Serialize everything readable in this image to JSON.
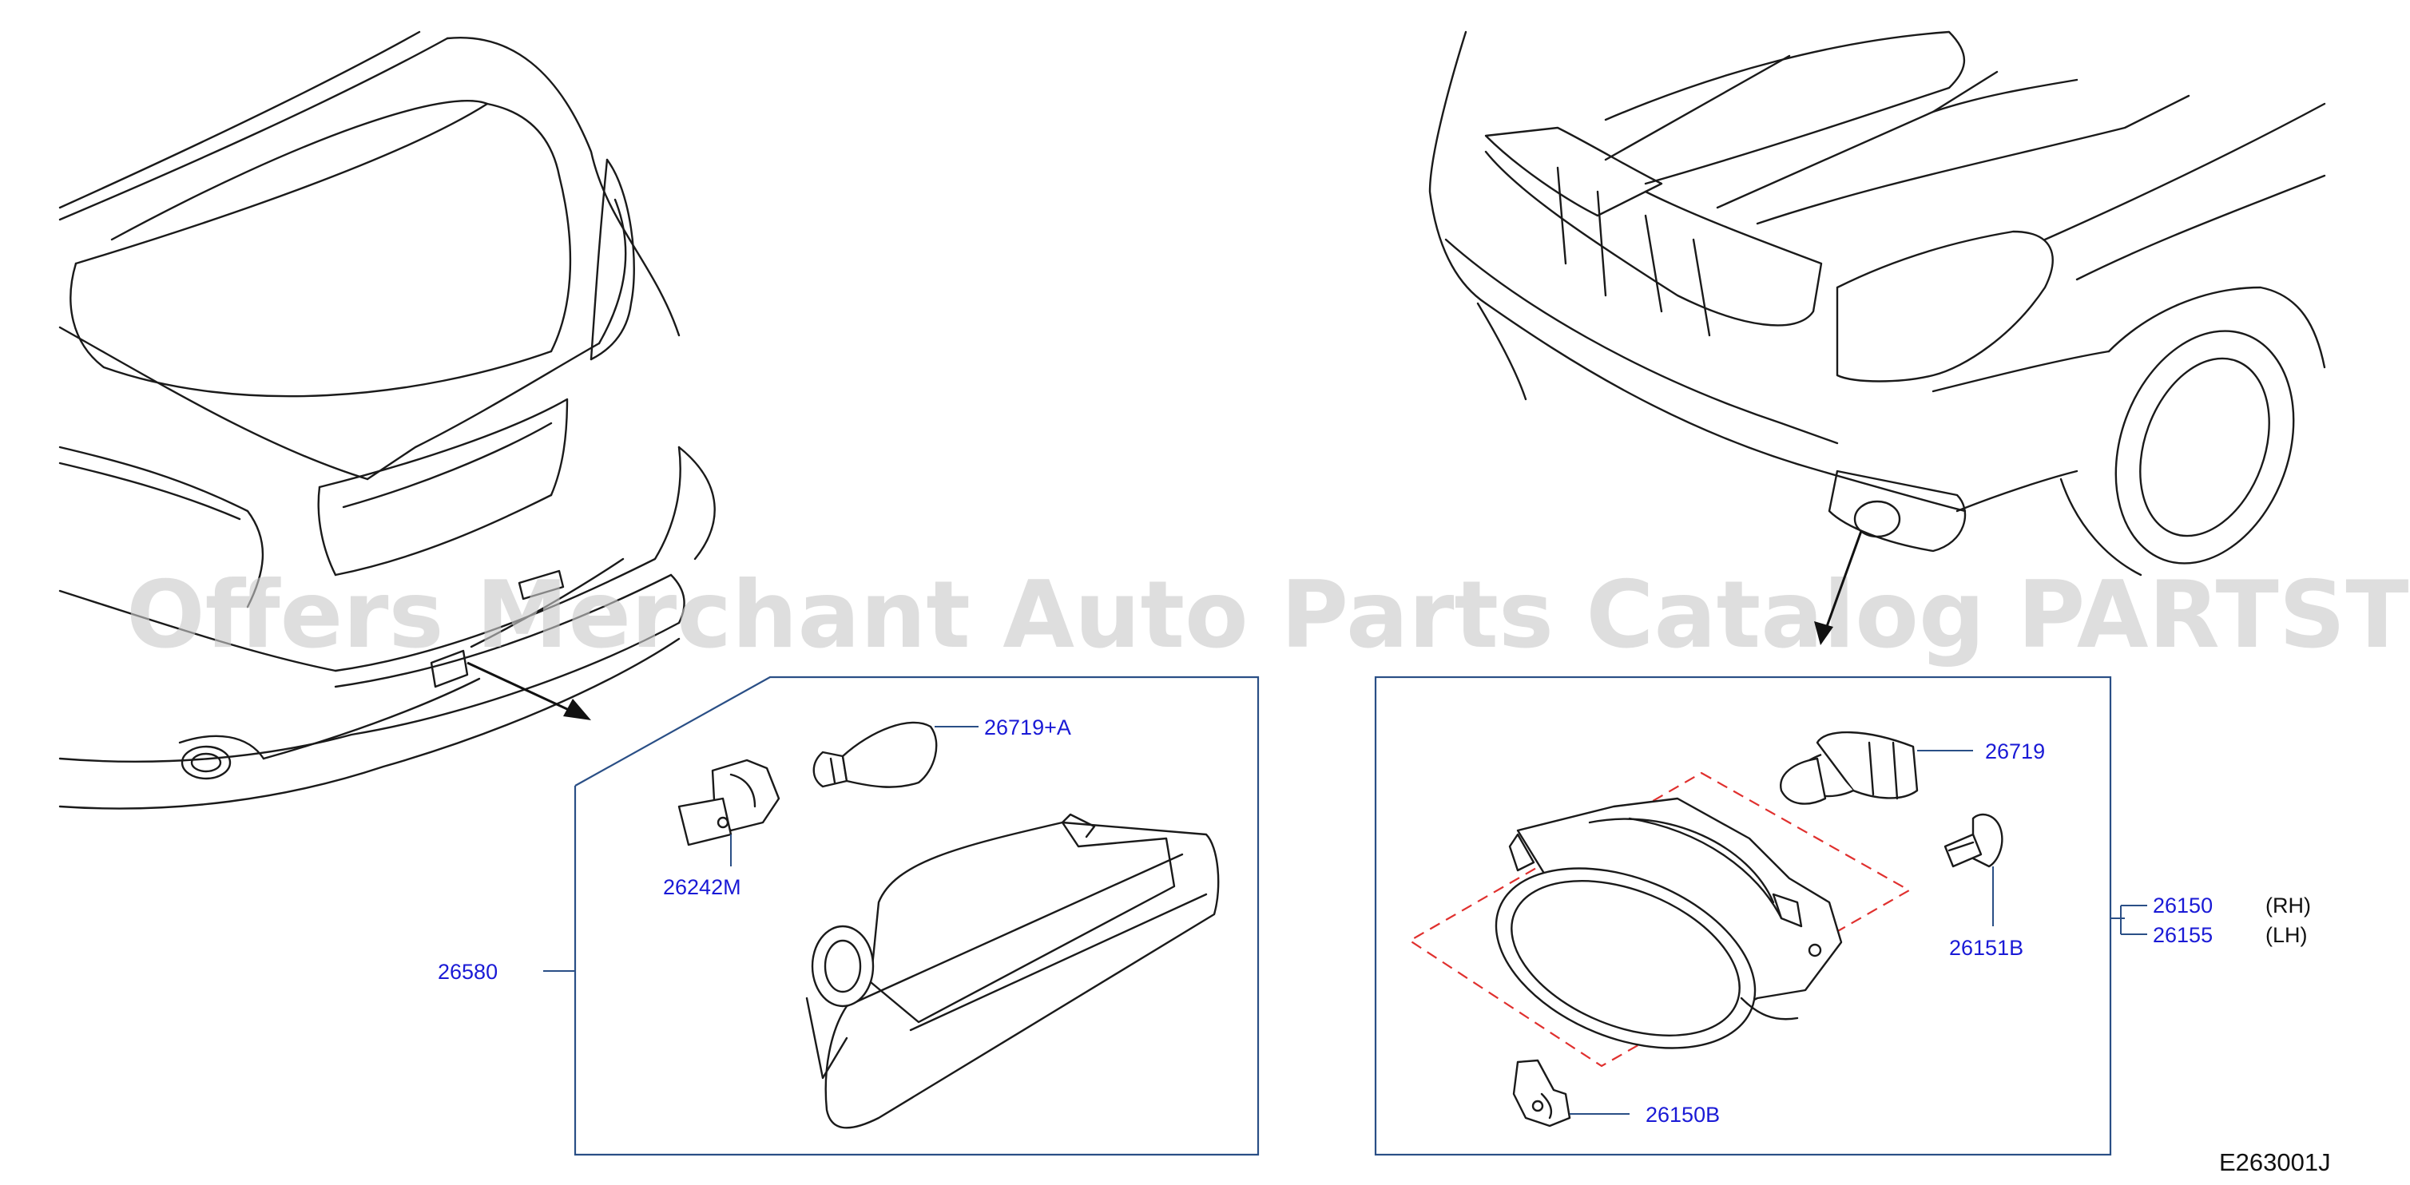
{
  "watermark": "Offers Merchant Auto Parts Catalog PARTSTORE.SA",
  "diagram_code": "E263001J",
  "rear_group": {
    "assembly_part": "26580",
    "bulb_part": "26719+A",
    "socket_part": "26242M"
  },
  "front_group": {
    "bulb_part": "26719",
    "screw_part": "26151B",
    "bracket_part": "26150B",
    "assembly_parts": [
      {
        "part": "26150",
        "side": "(RH)"
      },
      {
        "part": "26155",
        "side": "(LH)"
      }
    ]
  },
  "colors": {
    "labels": "#1a1ad6",
    "frames": "#2a4f86",
    "dashed_outline": "#e0302e",
    "line_art": "#1a1a1a"
  }
}
